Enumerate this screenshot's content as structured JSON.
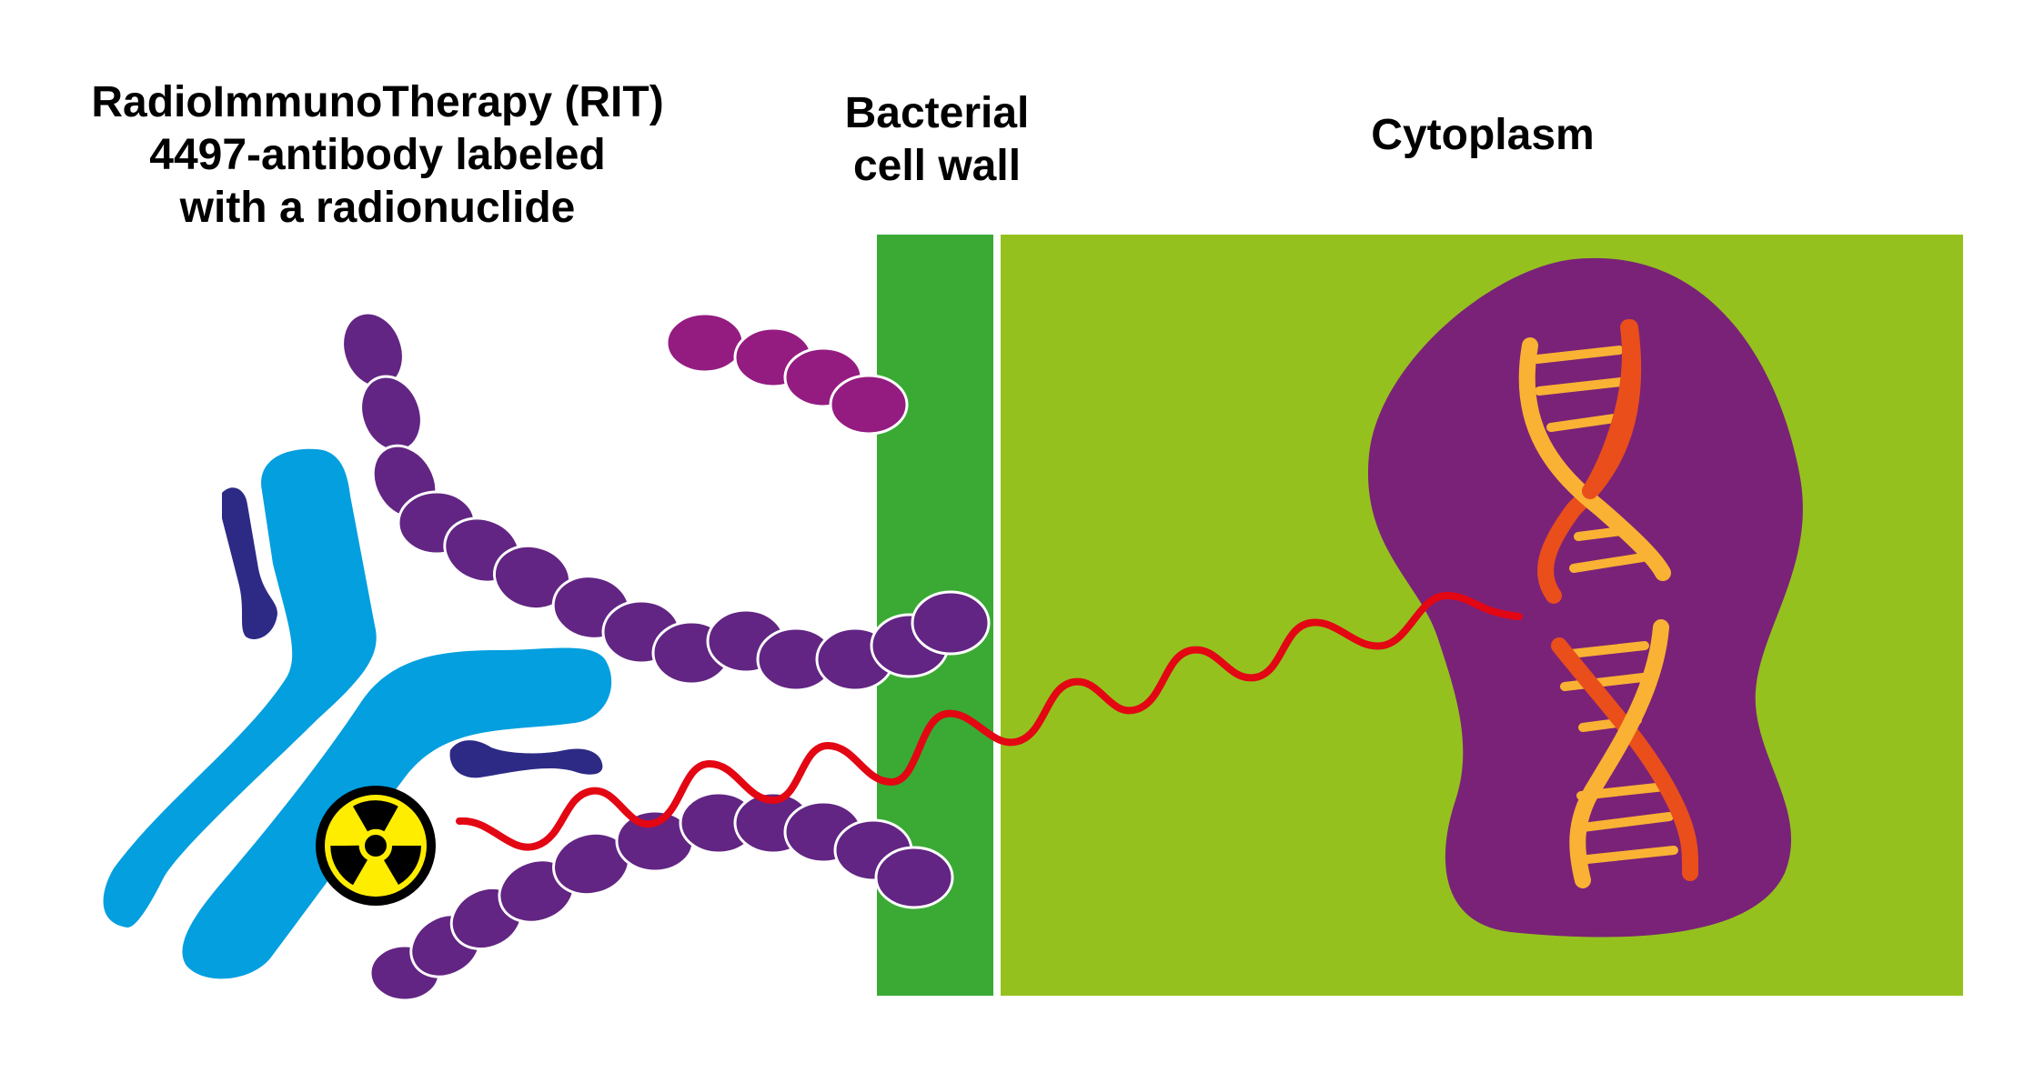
{
  "labels": {
    "rit": {
      "line1": "RadioImmunoTherapy (RIT)",
      "line2": "4497-antibody labeled",
      "line3": "with a radionuclide"
    },
    "cell_wall": {
      "line1": "Bacterial",
      "line2": "cell wall"
    },
    "cytoplasm": "Cytoplasm"
  },
  "colors": {
    "antibody": "#039fdf",
    "antibody_dark": "#2d2a86",
    "bacteria_chain": "#622583",
    "bacteria_chain_magenta": "#941c80",
    "cell_wall": "#3aaa35",
    "cytoplasm": "#95c11f",
    "nucleoid": "#7a2278",
    "radiation_wave": "#e30613",
    "radionuclide_fill": "#ffed00",
    "dna_strand_a": "#f9b233",
    "dna_strand_b": "#e94e1b"
  },
  "icons": [
    "radiation-symbol-icon",
    "antibody-icon",
    "dna-helix-icon"
  ]
}
